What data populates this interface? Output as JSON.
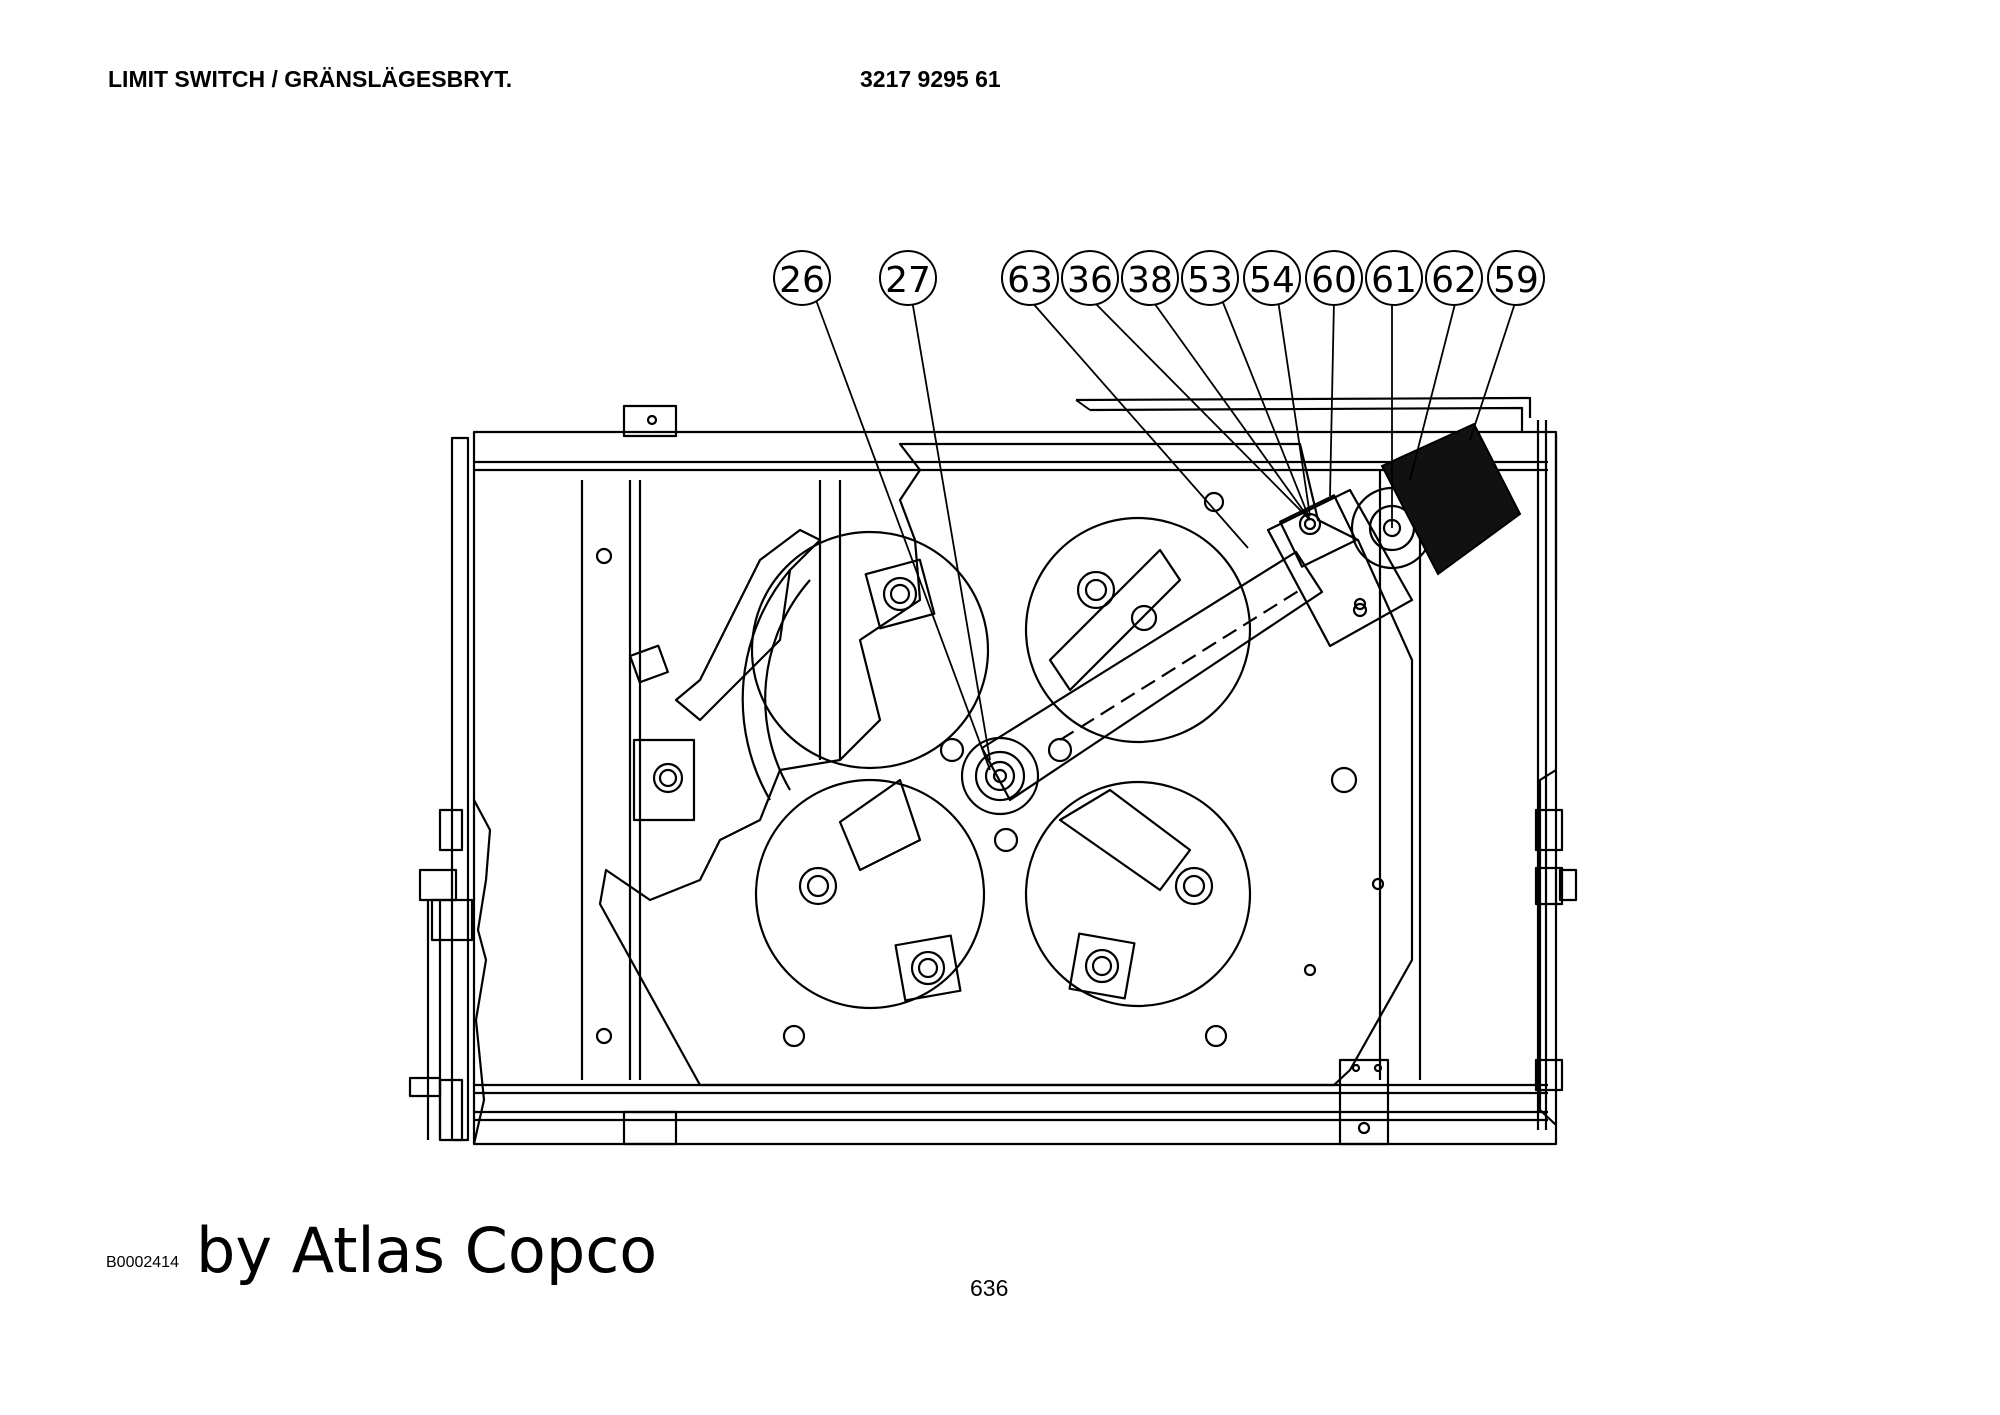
{
  "header": {
    "title": "LIMIT SWITCH / GRÄNSLÄGESBRYT.",
    "part_number": "3217 9295 61"
  },
  "diagram": {
    "callouts": [
      "26",
      "27",
      "63",
      "36",
      "38",
      "53",
      "54",
      "60",
      "61",
      "62",
      "59"
    ]
  },
  "footer": {
    "figure_id": "B0002414",
    "credit": "by Atlas Copco",
    "page_number": "636"
  },
  "colors": {
    "line": "#000000",
    "background": "#ffffff"
  }
}
